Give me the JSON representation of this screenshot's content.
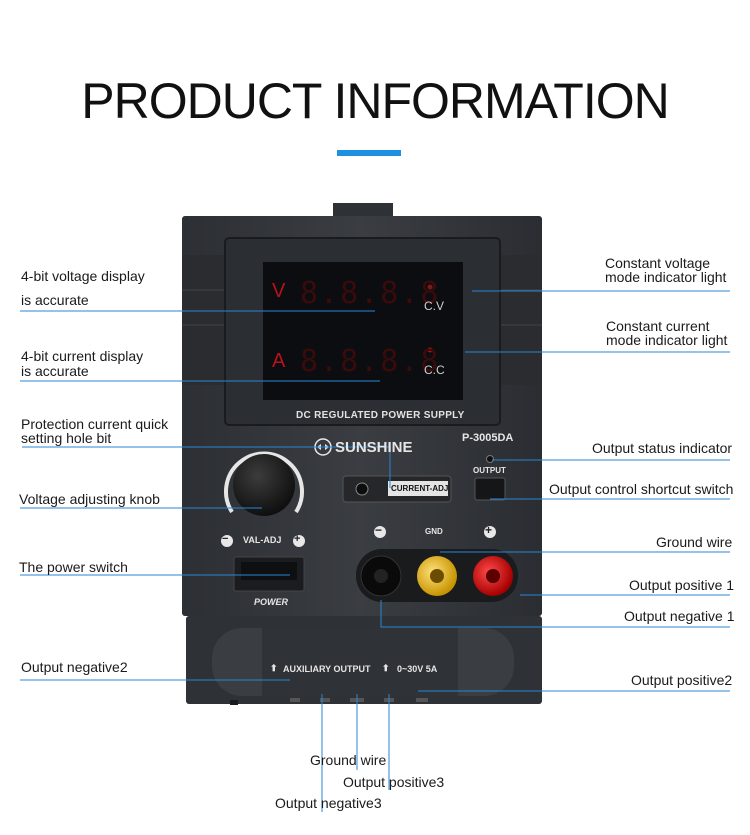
{
  "page": {
    "title": "PRODUCT INFORMATION",
    "accent_color": "#1f8fe0",
    "line_color": "#2a86d6"
  },
  "device": {
    "brand": "SUNSHINE",
    "model": "P-3005DA",
    "display_caption": "DC REGULATED POWER SUPPLY",
    "voltage_unit": "V",
    "current_unit": "A",
    "voltage_digits": "8.8.8.8",
    "current_digits": "8.8.8.8",
    "cv_label": "C.V",
    "cc_label": "C.C",
    "current_adj_label": "CURRENT-ADJ",
    "output_button_label": "OUTPUT",
    "knob_label": "VAL-ADJ",
    "knob_minus": "−",
    "knob_plus": "+",
    "power_label": "POWER",
    "gnd_label": "GND",
    "terminal_minus": "−",
    "terminal_plus": "+",
    "aux_output_label": "AUXILIARY OUTPUT",
    "aux_range_label": "0~30V 5A",
    "arrow": "⬆"
  },
  "callouts": {
    "voltage_display_line1": "4-bit voltage display",
    "voltage_display_line2": "is accurate",
    "current_display_line1": "4-bit current display",
    "current_display_line2": "is accurate",
    "protection_line1": "Protection current quick",
    "protection_line2": "setting hole bit",
    "voltage_knob": "Voltage adjusting knob",
    "power_switch": "The power switch",
    "output_negative2": "Output negative2",
    "cv_light_line1": "Constant voltage",
    "cv_light_line2": "mode indicator light",
    "cc_light_line1": "Constant current",
    "cc_light_line2": "mode indicator light",
    "output_status": "Output status indicator",
    "output_switch": "Output control shortcut switch",
    "ground_wire": "Ground wire",
    "output_positive1": "Output positive 1",
    "output_negative1": "Output negative 1",
    "output_positive2": "Output positive2",
    "ground_wire_bottom": "Ground wire",
    "output_positive3": "Output positive3",
    "output_negative3": "Output negative3"
  }
}
